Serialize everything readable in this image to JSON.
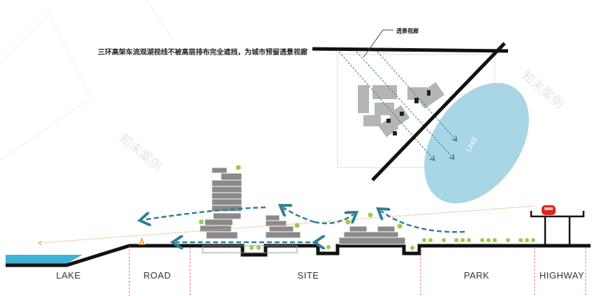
{
  "caption": "三环高架车流观湖视线不被高层排布完全遮挡，为城市预留透景视廊",
  "plan": {
    "corridor_label": "透景视廊",
    "lake_label": "LAKE"
  },
  "section": {
    "zones": [
      "LAKE",
      "ROAD",
      "SITE",
      "PARK",
      "HIGHWAY"
    ]
  },
  "watermark": "知末案例",
  "colors": {
    "lake": "#a9d6e5",
    "water": "#3fb3d3",
    "sightline": "#2f7f94",
    "view_line": "#f0a868",
    "building": "#8a8a8a",
    "tree": "#9ccc4a",
    "car": "#d7261e",
    "zone_divider": "#d9534f"
  }
}
